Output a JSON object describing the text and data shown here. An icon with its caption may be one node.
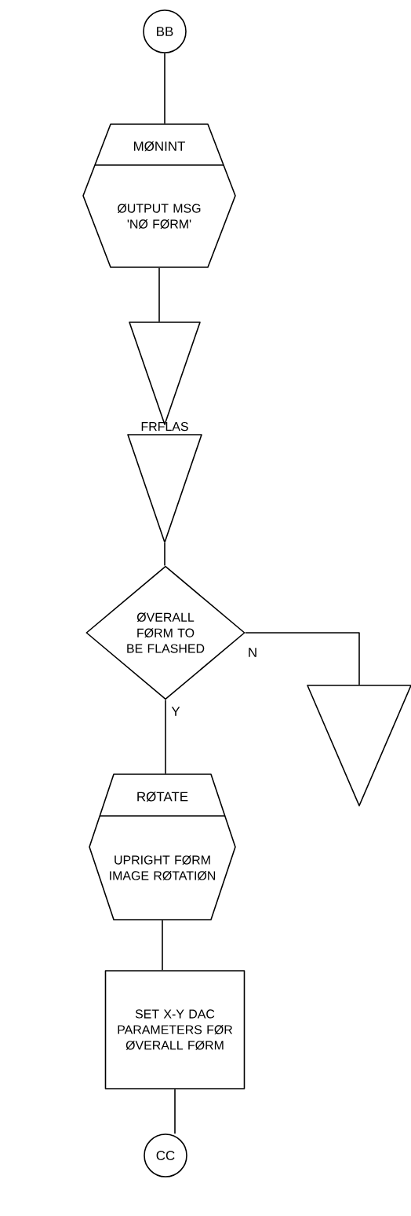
{
  "diagram": {
    "nodes": [
      {
        "text": [
          "BB"
        ]
      },
      {
        "text": [
          "MØNINT",
          "ØUTPUT MSG 'NØ FØRM'"
        ]
      },
      {
        "text": [],
        "shape": "triangle"
      },
      {
        "text": [
          "FRFLAS"
        ]
      },
      {
        "text": [
          "ØVERALL FØRM TO BE FLASHED"
        ]
      },
      {
        "text": [],
        "shape": "triangle"
      },
      {
        "text": [
          "RØTATE",
          "UPRIGHT FØRM IMAGE RØTATIØN"
        ]
      },
      {
        "text": [
          "SET X-Y DAC PARAMETERS FØR ØVERALL FØRM"
        ]
      },
      {
        "text": [
          "CC"
        ]
      }
    ],
    "edges": [
      {
        "from": 0,
        "to": 1,
        "arrow": "none"
      },
      {
        "from": 1,
        "to": 2,
        "arrow": "none"
      },
      {
        "from": 3,
        "to": 4,
        "arrow": "none"
      },
      {
        "from": 4,
        "to": 5,
        "arrow": "none",
        "label": "N"
      },
      {
        "from": 4,
        "to": 6,
        "arrow": "none",
        "label": "Y"
      },
      {
        "from": 6,
        "to": 7,
        "arrow": "none"
      },
      {
        "from": 7,
        "to": 8,
        "arrow": "none"
      }
    ]
  }
}
